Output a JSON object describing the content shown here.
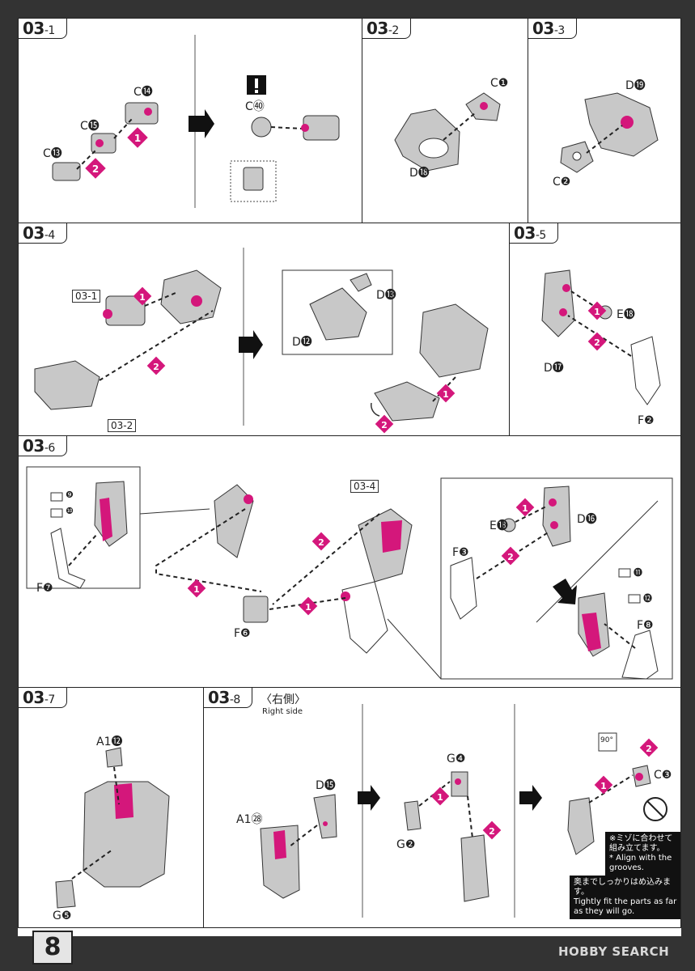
{
  "page": {
    "number": "8",
    "watermark": "HOBBY SEARCH"
  },
  "steps": [
    {
      "main": "03",
      "sub": "-1"
    },
    {
      "main": "03",
      "sub": "-2"
    },
    {
      "main": "03",
      "sub": "-3"
    },
    {
      "main": "03",
      "sub": "-4"
    },
    {
      "main": "03",
      "sub": "-5"
    },
    {
      "main": "03",
      "sub": "-6"
    },
    {
      "main": "03",
      "sub": "-7"
    },
    {
      "main": "03",
      "sub": "-8"
    }
  ],
  "step_8_header": {
    "jp": "〈右側〉",
    "en": "Right side"
  },
  "part_labels": {
    "s1_c14": "C⓮",
    "s1_c15": "C⓯",
    "s1_c13": "C⓭",
    "s1_c40": "C㊵",
    "s2_c1": "C❶",
    "s2_d18": "D⓲",
    "s3_d19": "D⓳",
    "s3_c2": "C❷",
    "s4_ref1": "03-1",
    "s4_ref2": "03-2",
    "s4_d13": "D⓭",
    "s4_d12": "D⓬",
    "s5_e18": "E⓲",
    "s5_d17": "D⓱",
    "s5_f2": "F❷",
    "s6_ref4": "03-4",
    "s6_f7": "F❼",
    "s6_f6": "F❻",
    "s6_e18": "E⓲",
    "s6_d16": "D⓰",
    "s6_f3": "F❸",
    "s6_f8": "F❽",
    "s6_sticker9": "❾",
    "s6_sticker10": "❿",
    "s6_sticker11": "⓫",
    "s6_sticker12": "⓬",
    "s7_a1_12": "A1⓬",
    "s7_g5": "G❺",
    "s8_d15": "D⓯",
    "s8_a1_28": "A1㉘",
    "s8_g4": "G❹",
    "s8_g2": "G❷",
    "s8_c3": "C❸",
    "s8_angle": "90°"
  },
  "notes": {
    "groove_jp": "※ミゾに合わせて組み立てます。",
    "groove_en": "* Align with the grooves.",
    "tight_jp": "奥までしっかりはめ込みます。",
    "tight_en": "Tightly fit the parts as far as they will go."
  },
  "colors": {
    "accent": "#d4177b",
    "part": "#c8c8c8",
    "ink": "#222222"
  },
  "icons": [
    "warning-icon",
    "next-arrow-icon",
    "no-cut-icon",
    "sticker-icon",
    "rotate-icon"
  ]
}
